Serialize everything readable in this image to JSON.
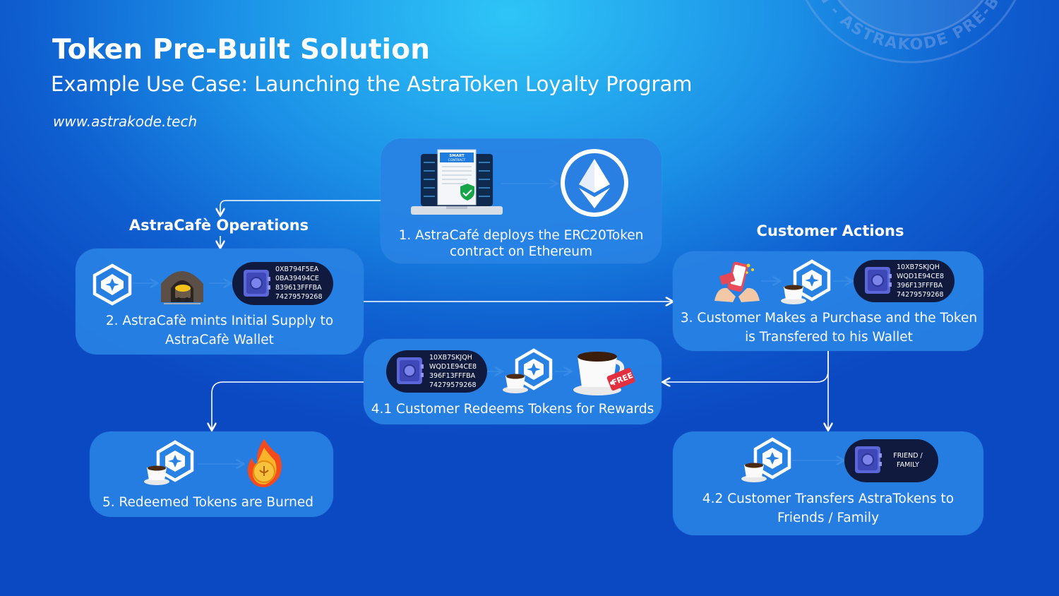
{
  "header": {
    "title": "Token Pre-Built Solution",
    "subtitle": "Example Use Case: Launching the AstraToken Loyalty Program",
    "url": "www.astrakode.tech"
  },
  "seal": {
    "text": "TOKEN - ASTRAKODE PRE-BUILT SOLUTIONS - TOKEN - ASTRAKODE PRE-BUILT SOLUTIONS - "
  },
  "sections": {
    "operations": "AstraCafè Operations",
    "customer": "Customer Actions"
  },
  "steps": {
    "s1": {
      "caption_line1": "1. AstraCafé deploys the ERC20Token",
      "caption_line2": "contract on Ethereum",
      "doc_label_1": "SMART",
      "doc_label_2": "CONTRACT"
    },
    "s2": {
      "caption_line1": "2. AstraCafè mints Initial Supply to",
      "caption_line2": "AstraCafè Wallet",
      "address": [
        "0XB794F5EA",
        "0BA39494CE",
        "839613FFFBA",
        "74279579268"
      ]
    },
    "s3": {
      "caption_line1": "3. Customer Makes a Purchase and the Token",
      "caption_line2": "is Transfered to his Wallet",
      "address": [
        "10XB7SKJQH",
        "WQD1E94CE8",
        "396F13FFFBA",
        "74279579268"
      ]
    },
    "s41": {
      "caption": "4.1 Customer Redeems Tokens for Rewards",
      "tag": "FREE",
      "address": [
        "10XB7SKJQH",
        "WQD1E94CE8",
        "396F13FFFBA",
        "74279579268"
      ]
    },
    "s42": {
      "caption_line1": "4.2 Customer Transfers AstraTokens to",
      "caption_line2": "Friends / Family",
      "wallet_label_1": "FRIEND /",
      "wallet_label_2": "FAMILY"
    },
    "s5": {
      "caption": "5. Redeemed Tokens are Burned"
    }
  },
  "colors": {
    "box": "#2882e4",
    "pill": "#101a3e",
    "accent": "#ffffff"
  }
}
